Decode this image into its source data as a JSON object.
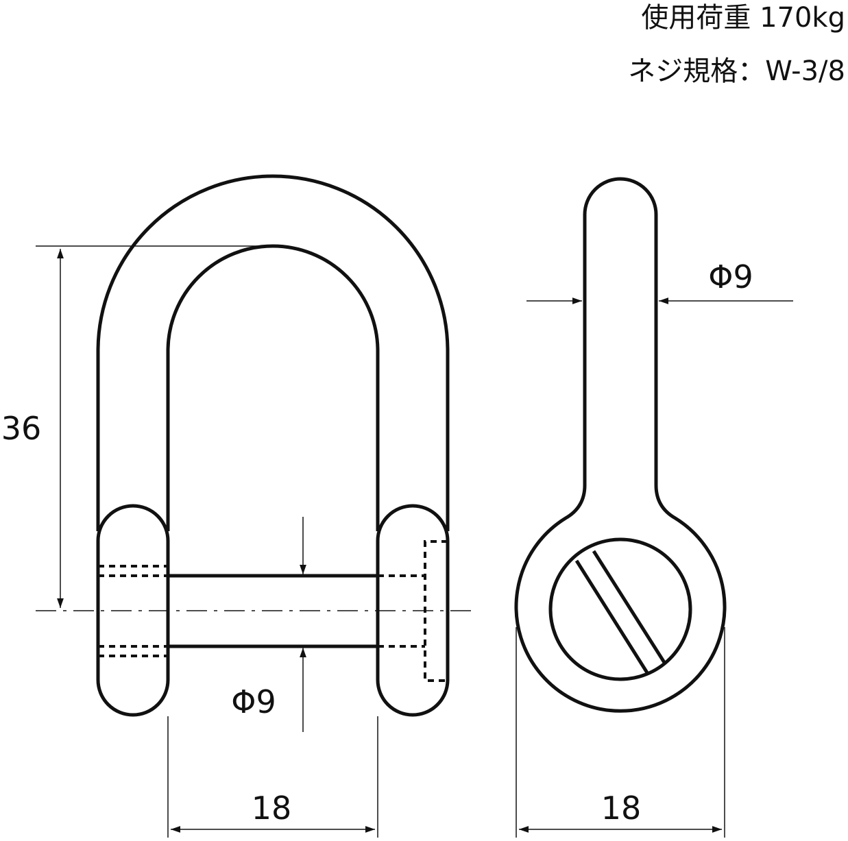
{
  "specs": {
    "working_load": "使用荷重 170kg",
    "thread_spec": "ネジ規格：W-3/8"
  },
  "dimensions": {
    "inner_height": "36",
    "pin_diameter": "Φ9",
    "inner_width": "18",
    "body_diameter": "Φ9",
    "eye_width": "18"
  },
  "colors": {
    "line": "#111111",
    "background": "#ffffff"
  }
}
